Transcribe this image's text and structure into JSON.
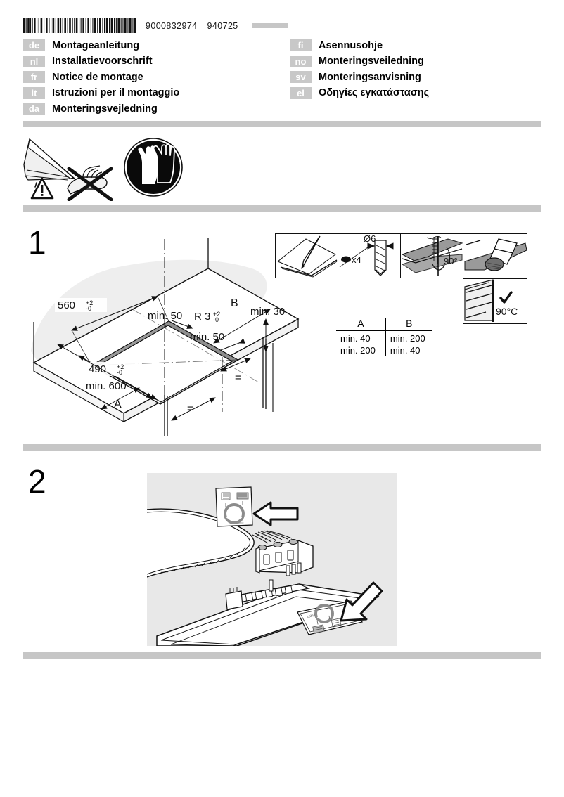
{
  "document": {
    "number": "9000832974",
    "revision": "940725",
    "barcode_name": "barcode"
  },
  "languages": {
    "left": [
      {
        "code": "de",
        "title": "Montageanleitung"
      },
      {
        "code": "nl",
        "title": "Installatievoorschrift"
      },
      {
        "code": "fr",
        "title": "Notice de montage"
      },
      {
        "code": "it",
        "title": "Istruzioni per il montaggio"
      },
      {
        "code": "da",
        "title": "Monteringsvejledning"
      }
    ],
    "right": [
      {
        "code": "fi",
        "title": "Asennusohje"
      },
      {
        "code": "no",
        "title": "Monteringsveiledning"
      },
      {
        "code": "sv",
        "title": "Monteringsanvisning"
      },
      {
        "code": "el",
        "title": "Οδηγίες εγκατάστασης"
      }
    ]
  },
  "safety": {
    "glass_warning_icon": "broken-glass-warning-icon",
    "no_bare_hands_icon": "no-bare-hands-icon",
    "warning_triangle_icon": "warning-triangle-icon",
    "gloves_mandatory_icon": "protective-gloves-icon"
  },
  "steps": [
    {
      "number": "1",
      "figure_name": "worktop-cutout-dimensions-figure",
      "dimensions": {
        "width": "560",
        "width_tol_plus": "+2",
        "width_tol_minus": "-0",
        "depth": "490",
        "depth_tol_plus": "+2",
        "depth_tol_minus": "-0",
        "radius_label": "R 3",
        "radius_tol_plus": "+2",
        "radius_tol_minus": "-0",
        "min_front": "min. 50",
        "min_rear": "min. 50",
        "min_side": "min. 30",
        "min_worktop": "min. 600",
        "label_a": "A",
        "label_b": "B",
        "equal_mark_1": "=",
        "equal_mark_2": "="
      },
      "detail_panels": [
        {
          "name": "marking-panel",
          "label": ""
        },
        {
          "name": "drill-panel",
          "label": "Ø6",
          "count": "x4"
        },
        {
          "name": "angle-panel",
          "label": "90°"
        },
        {
          "name": "sealing-panel",
          "label": ""
        },
        {
          "name": "heat-resistance-panel",
          "label": "90°C",
          "check": "✔"
        }
      ],
      "table": {
        "headers": [
          "A",
          "B"
        ],
        "rows": [
          [
            "min. 40",
            "min. 200"
          ],
          [
            "min. 200",
            "min. 40"
          ]
        ]
      }
    },
    {
      "number": "2",
      "figure_name": "mains-cable-connection-figure",
      "arrows": [
        "arrow-left-icon",
        "arrow-down-left-icon"
      ]
    }
  ],
  "colors": {
    "rule_gray": "#c6c6c6",
    "badge_gray": "#c8c8c8",
    "panel_gray": "#e8e8e8",
    "line_black": "#000000",
    "shade_gray": "#9a9a9a",
    "light_shade": "#efefef"
  }
}
